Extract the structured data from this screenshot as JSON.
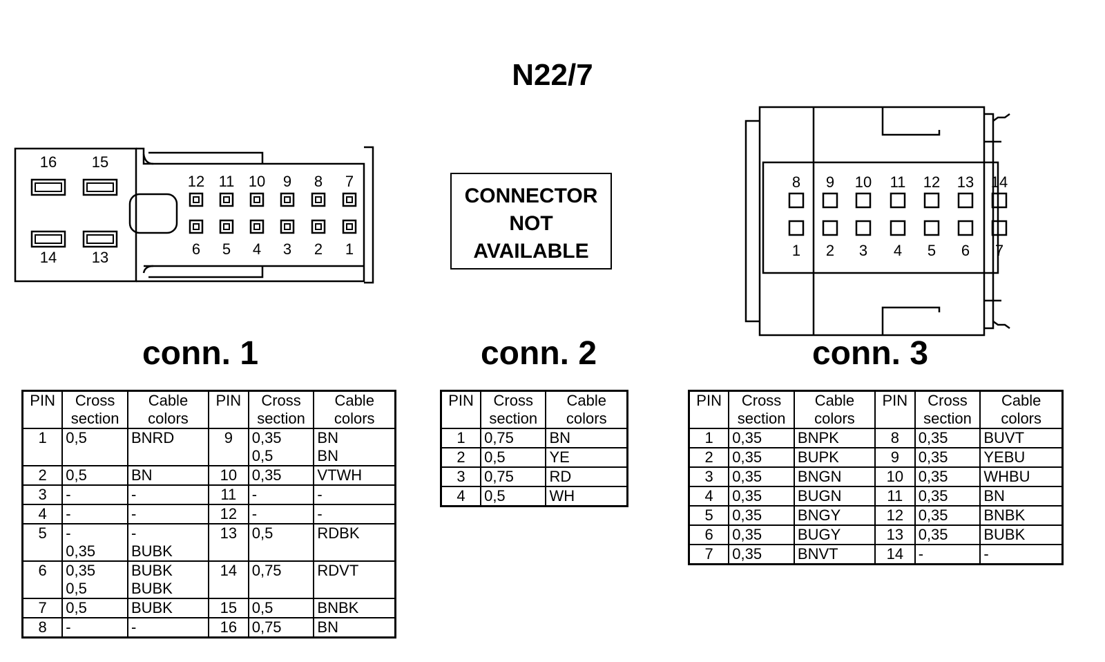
{
  "title": "N22/7",
  "conn1": {
    "label": "conn. 1",
    "pins_top_left": [
      "16",
      "15"
    ],
    "pins_bottom_left": [
      "14",
      "13"
    ],
    "pins_top_right": [
      "12",
      "11",
      "10",
      "9",
      "8",
      "7"
    ],
    "pins_bottom_right": [
      "6",
      "5",
      "4",
      "3",
      "2",
      "1"
    ],
    "headers": [
      "PIN",
      "Cross section",
      "Cable colors",
      "PIN",
      "Cross section",
      "Cable colors"
    ],
    "rows": [
      {
        "pin_a": "1",
        "cs_a": [
          "0,5"
        ],
        "col_a": [
          "BNRD"
        ],
        "pin_b": "9",
        "cs_b": [
          "0,35",
          "0,5"
        ],
        "col_b": [
          "BN",
          "BN"
        ]
      },
      {
        "pin_a": "2",
        "cs_a": [
          "0,5"
        ],
        "col_a": [
          "BN"
        ],
        "pin_b": "10",
        "cs_b": [
          "0,35"
        ],
        "col_b": [
          "VTWH"
        ]
      },
      {
        "pin_a": "3",
        "cs_a": [
          "-"
        ],
        "col_a": [
          "-"
        ],
        "pin_b": "11",
        "cs_b": [
          "-"
        ],
        "col_b": [
          "-"
        ]
      },
      {
        "pin_a": "4",
        "cs_a": [
          "-"
        ],
        "col_a": [
          "-"
        ],
        "pin_b": "12",
        "cs_b": [
          "-"
        ],
        "col_b": [
          "-"
        ]
      },
      {
        "pin_a": "5",
        "cs_a": [
          "-",
          "0,35"
        ],
        "col_a": [
          "-",
          "BUBK"
        ],
        "pin_b": "13",
        "cs_b": [
          "0,5"
        ],
        "col_b": [
          "RDBK"
        ]
      },
      {
        "pin_a": "6",
        "cs_a": [
          "0,35",
          "0,5"
        ],
        "col_a": [
          "BUBK",
          "BUBK"
        ],
        "pin_b": "14",
        "cs_b": [
          "0,75"
        ],
        "col_b": [
          "RDVT"
        ]
      },
      {
        "pin_a": "7",
        "cs_a": [
          "0,5"
        ],
        "col_a": [
          "BUBK"
        ],
        "pin_b": "15",
        "cs_b": [
          "0,5"
        ],
        "col_b": [
          "BNBK"
        ]
      },
      {
        "pin_a": "8",
        "cs_a": [
          "-"
        ],
        "col_a": [
          "-"
        ],
        "pin_b": "16",
        "cs_b": [
          "0,75"
        ],
        "col_b": [
          "BN"
        ]
      }
    ]
  },
  "conn2": {
    "label": "conn. 2",
    "not_available": [
      "CONNECTOR",
      "NOT",
      "AVAILABLE"
    ],
    "headers": [
      "PIN",
      "Cross section",
      "Cable colors"
    ],
    "rows": [
      {
        "pin": "1",
        "cs": "0,75",
        "col": "BN"
      },
      {
        "pin": "2",
        "cs": "0,5",
        "col": "YE"
      },
      {
        "pin": "3",
        "cs": "0,75",
        "col": "RD"
      },
      {
        "pin": "4",
        "cs": "0,5",
        "col": "WH"
      }
    ]
  },
  "conn3": {
    "label": "conn. 3",
    "pins_top": [
      "8",
      "9",
      "10",
      "11",
      "12",
      "13",
      "14"
    ],
    "pins_bottom": [
      "1",
      "2",
      "3",
      "4",
      "5",
      "6",
      "7"
    ],
    "headers": [
      "PIN",
      "Cross section",
      "Cable colors",
      "PIN",
      "Cross section",
      "Cable colors"
    ],
    "rows": [
      {
        "pin_a": "1",
        "cs_a": "0,35",
        "col_a": "BNPK",
        "pin_b": "8",
        "cs_b": "0,35",
        "col_b": "BUVT"
      },
      {
        "pin_a": "2",
        "cs_a": "0,35",
        "col_a": "BUPK",
        "pin_b": "9",
        "cs_b": "0,35",
        "col_b": "YEBU"
      },
      {
        "pin_a": "3",
        "cs_a": "0,35",
        "col_a": "BNGN",
        "pin_b": "10",
        "cs_b": "0,35",
        "col_b": "WHBU"
      },
      {
        "pin_a": "4",
        "cs_a": "0,35",
        "col_a": "BUGN",
        "pin_b": "11",
        "cs_b": "0,35",
        "col_b": "BN"
      },
      {
        "pin_a": "5",
        "cs_a": "0,35",
        "col_a": "BNGY",
        "pin_b": "12",
        "cs_b": "0,35",
        "col_b": "BNBK"
      },
      {
        "pin_a": "6",
        "cs_a": "0,35",
        "col_a": "BUGY",
        "pin_b": "13",
        "cs_b": "0,35",
        "col_b": "BUBK"
      },
      {
        "pin_a": "7",
        "cs_a": "0,35",
        "col_a": "BNVT",
        "pin_b": "14",
        "cs_b": "-",
        "col_b": "-"
      }
    ]
  }
}
